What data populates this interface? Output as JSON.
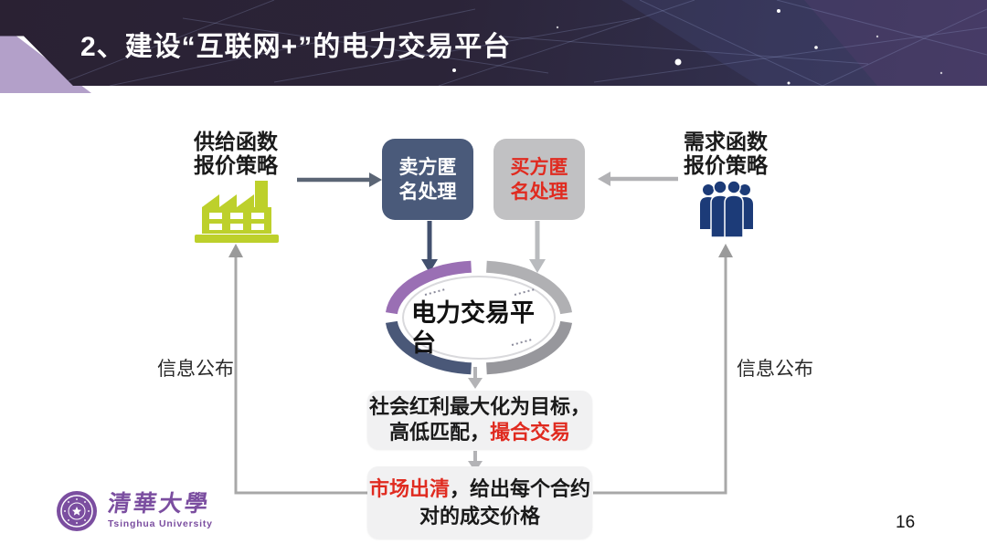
{
  "slide": {
    "title": "2、建设“互联网+”的电力交易平台",
    "page_number": "16"
  },
  "colors": {
    "header_bg": "#2a2133",
    "header_accent": "#b3a0c9",
    "supplier_green": "#bdd02b",
    "seller_box_bg": "#4a5a7a",
    "buyer_box_bg": "#c1c1c3",
    "highlight_red": "#e02b20",
    "demand_navy": "#1c3b78",
    "ring_purple": "#9a6fb4",
    "ring_gray_light": "#b0b0b3",
    "ring_gray_dark": "#97979c",
    "ring_slate": "#4a5878",
    "connector_gray": "#a8a8a8",
    "arrow_slate": "#42506e",
    "box_bg_light": "#f1f1f2",
    "tsinghua_purple": "#7b4ea0"
  },
  "diagram": {
    "supply": {
      "line1": "供给函数",
      "line2": "报价策略",
      "icon": "factory-icon"
    },
    "demand": {
      "line1": "需求函数",
      "line2": "报价策略",
      "icon": "people-group-icon"
    },
    "seller_box": {
      "label": "卖方匿名处理"
    },
    "buyer_box": {
      "label": "买方匿名处理"
    },
    "platform": {
      "label": "电力交易平台"
    },
    "match_box": {
      "line1": "社会红利最大化为目标，",
      "line2_normal": "高低匹配，",
      "line2_highlight": "撮合交易"
    },
    "clearing_box": {
      "line1_highlight": "市场出清",
      "line1_normal": "，给出每个合约",
      "line2": "对的成交价格"
    },
    "info_left": "信息公布",
    "info_right": "信息公布"
  },
  "footer": {
    "logo_cn": "清華大學",
    "logo_en": "Tsinghua University"
  }
}
